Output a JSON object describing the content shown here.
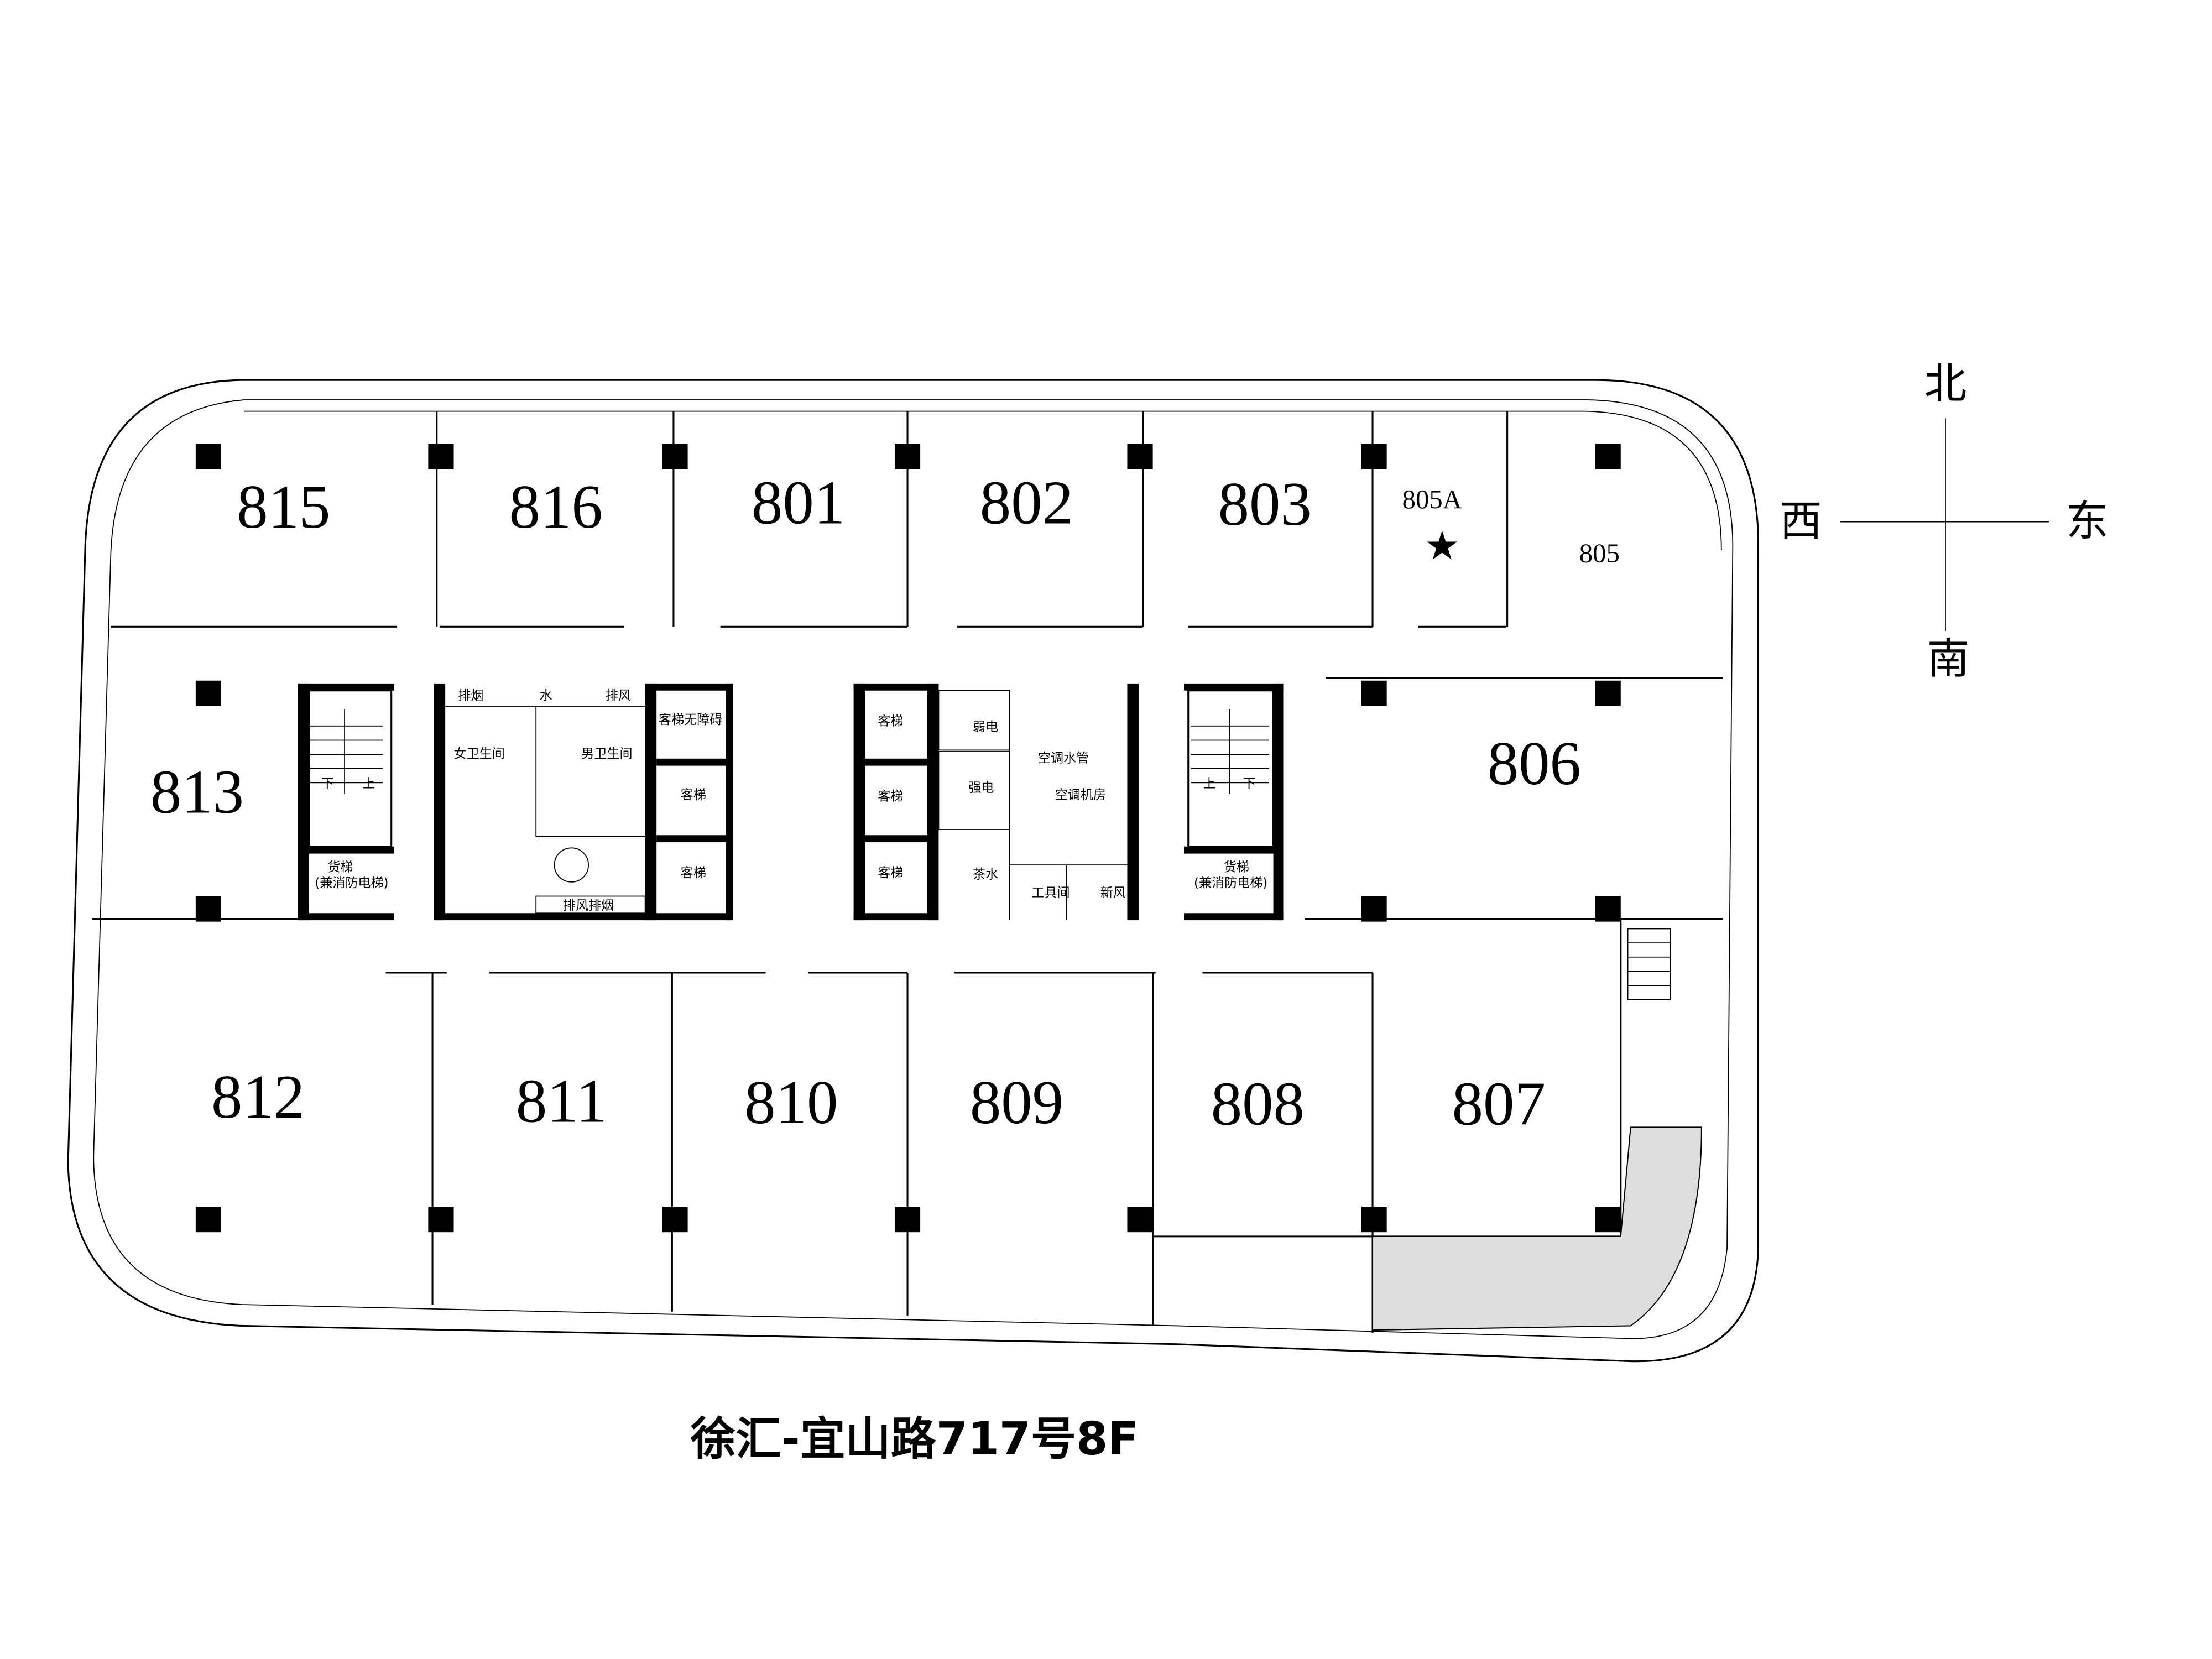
{
  "title": "徐汇-宜山路717号8F",
  "compass": {
    "north": "北",
    "south": "南",
    "east": "东",
    "west": "西"
  },
  "rooms": {
    "r815": "815",
    "r816": "816",
    "r801": "801",
    "r802": "802",
    "r803": "803",
    "r805a": "805A",
    "r805": "805",
    "r813": "813",
    "r806": "806",
    "r812": "812",
    "r811": "811",
    "r810": "810",
    "r809": "809",
    "r808": "808",
    "r807": "807"
  },
  "core": {
    "smoke_exhaust": "排烟",
    "water": "水",
    "exhaust": "排风",
    "accessible_elevator": "客梯无障碍",
    "womens_restroom": "女卫生间",
    "mens_restroom": "男卫生间",
    "elevator": "客梯",
    "down": "下",
    "up": "上",
    "freight_elevator": "货梯",
    "fire_elevator": "(兼消防电梯)",
    "exhaust_smoke": "排风排烟",
    "weak_power": "弱电",
    "strong_power": "强电",
    "ac_pipe": "空调水管",
    "ac_room": "空调机房",
    "tea_room": "茶水",
    "tool_room": "工具间",
    "fresh_air": "新风"
  }
}
